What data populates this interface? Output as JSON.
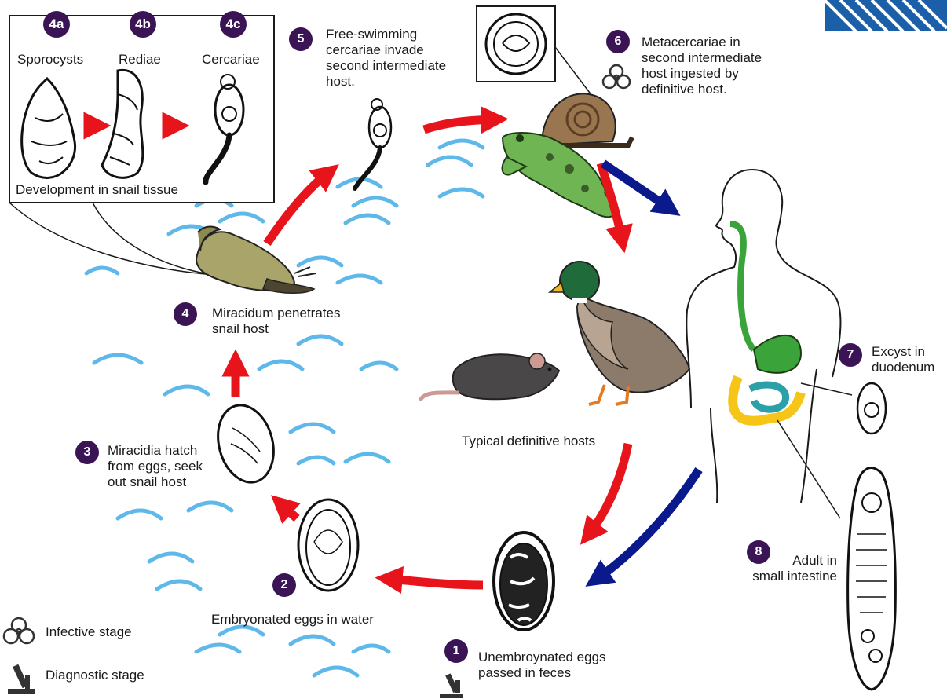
{
  "colors": {
    "badge": "#3b1456",
    "red_arrow": "#e8141b",
    "blue_arrow": "#0a1a8c",
    "water": "#5fb8ea",
    "intestine_yellow": "#f5c518",
    "stomach_green": "#3aa33a",
    "small_intestine_teal": "#2ba0a8",
    "logo": "#1b5fa8"
  },
  "box": {
    "caption": "Development in snail tissue",
    "stages": [
      {
        "badge": "4a",
        "label": "Sporocysts"
      },
      {
        "badge": "4b",
        "label": "Rediae"
      },
      {
        "badge": "4c",
        "label": "Cercariae"
      }
    ]
  },
  "steps": [
    {
      "badge": "1",
      "text": "Unembroynated eggs\npassed in feces"
    },
    {
      "badge": "2",
      "text": "Embryonated eggs in water"
    },
    {
      "badge": "3",
      "text": "Miracidia hatch\nfrom eggs, seek\nout snail host"
    },
    {
      "badge": "4",
      "text": "Miracidum penetrates\nsnail host"
    },
    {
      "badge": "5",
      "text": "Free-swimming\ncercariae invade\nsecond intermediate\nhost."
    },
    {
      "badge": "6",
      "text": "Metacercariae in\nsecond intermediate\nhost ingested by\ndefinitive host."
    },
    {
      "badge": "7",
      "text": "Excyst in\nduodenum"
    },
    {
      "badge": "8",
      "text": "Adult in\nsmall intestine"
    }
  ],
  "hosts_label": "Typical definitive hosts",
  "legend": {
    "infective": "Infective stage",
    "diagnostic": "Diagnostic stage"
  },
  "icons": [
    "biohazard-icon",
    "microscope-icon"
  ]
}
